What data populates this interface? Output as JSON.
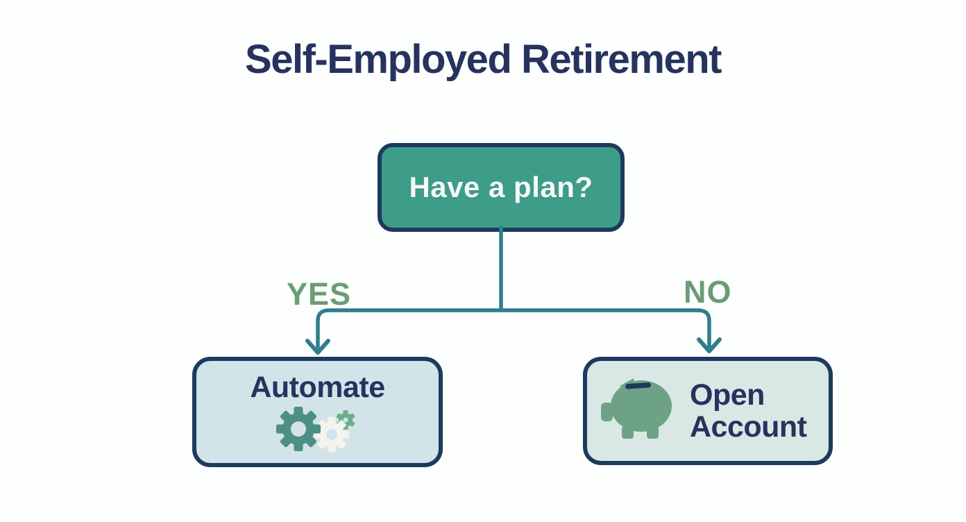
{
  "title": "Self-Employed Retirement",
  "flowchart": {
    "decision": {
      "label": "Have a plan?"
    },
    "branches": [
      {
        "label": "YES",
        "target": "Automate"
      },
      {
        "label": "NO",
        "target": "Open Account"
      }
    ],
    "nodes": [
      {
        "id": "automate",
        "label": "Automate",
        "icon": "gears-icon"
      },
      {
        "id": "open-account",
        "label": "Open Account",
        "icon": "piggy-bank-icon"
      }
    ]
  },
  "colors": {
    "background": "#fdfefe",
    "title_navy": "#26335e",
    "decision_fill_teal": "#3e9d89",
    "box_border_navy": "#1d3a5c",
    "connector_teal": "#2e7e8c",
    "branch_label_green": "#6b9c75",
    "automate_box_fill": "#d2e4e9",
    "open_account_box_fill": "#d9e8e4",
    "node_text_navy": "#25335e",
    "gear_teal": "#4d8f82",
    "gear_white": "#f3f4ee",
    "gear_small_green": "#6fae8a",
    "piggy_green": "#6da287",
    "decision_text_white": "#f4faf7"
  }
}
